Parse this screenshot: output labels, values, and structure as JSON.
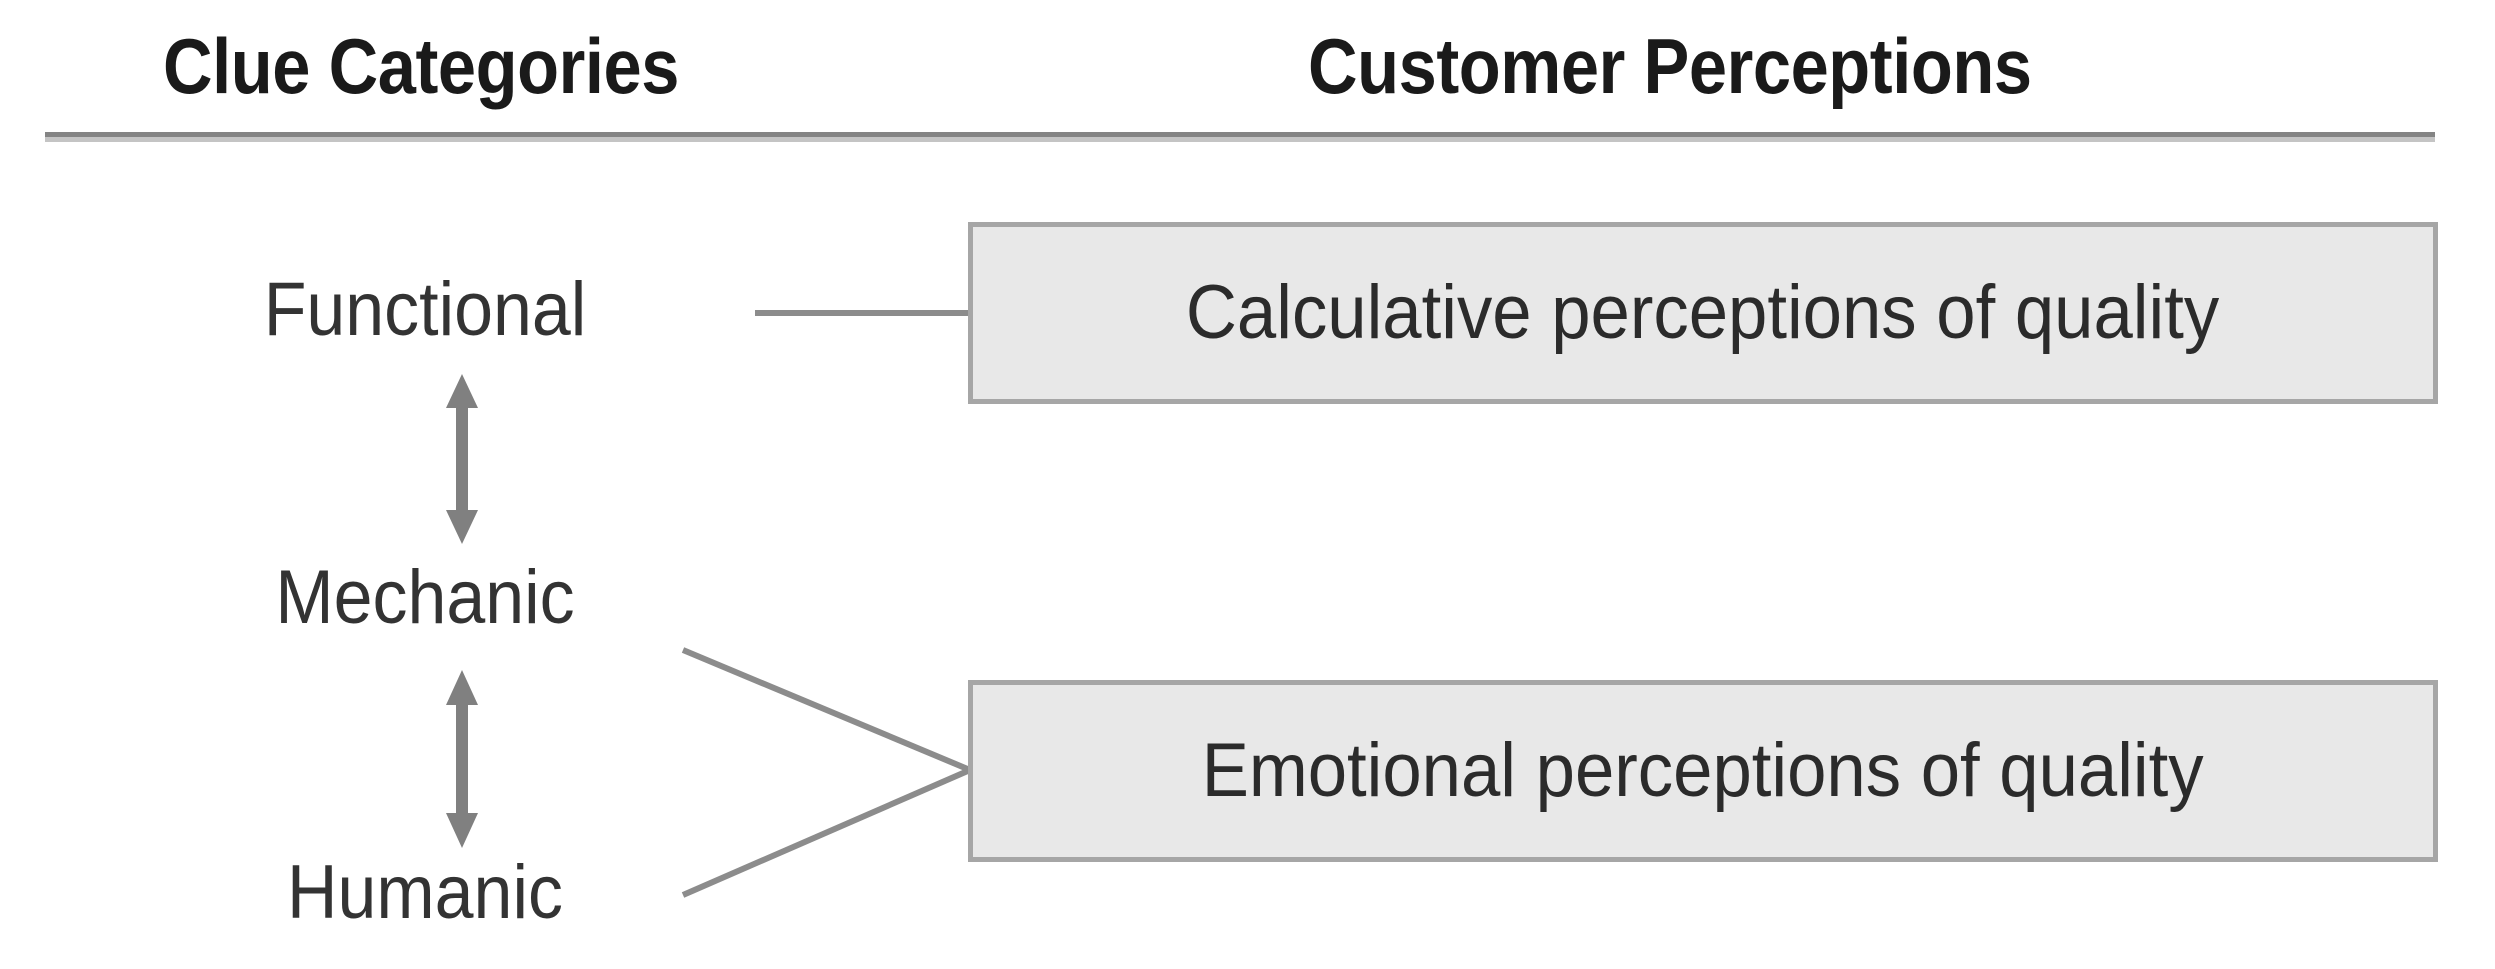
{
  "diagram": {
    "title_columns": {
      "left": "Clue Categories",
      "right": "Customer Perceptions"
    },
    "clue_categories": [
      {
        "id": "functional",
        "label": "Functional"
      },
      {
        "id": "mechanic",
        "label": "Mechanic"
      },
      {
        "id": "humanic",
        "label": "Humanic"
      }
    ],
    "customer_perceptions": [
      {
        "id": "calculative",
        "label": "Calculative perceptions of quality"
      },
      {
        "id": "emotional",
        "label": "Emotional perceptions of quality"
      }
    ],
    "relations": [
      {
        "from": "functional",
        "to": "calculative",
        "style": "straight-line"
      },
      {
        "from": "mechanic",
        "to": "emotional",
        "style": "diagonal-line"
      },
      {
        "from": "humanic",
        "to": "emotional",
        "style": "diagonal-line"
      },
      {
        "from": "functional",
        "to": "mechanic",
        "style": "double-headed-arrow"
      },
      {
        "from": "mechanic",
        "to": "humanic",
        "style": "double-headed-arrow"
      }
    ],
    "colors": {
      "background": "#ffffff",
      "heading_text": "#1a1a1a",
      "body_text": "#333333",
      "rule_dark": "#848484",
      "rule_light": "#c4c4c4",
      "box_fill": "#e8e8e8",
      "box_border": "#a6a6a6",
      "connector": "#8c8c8c",
      "arrow": "#808080"
    }
  }
}
